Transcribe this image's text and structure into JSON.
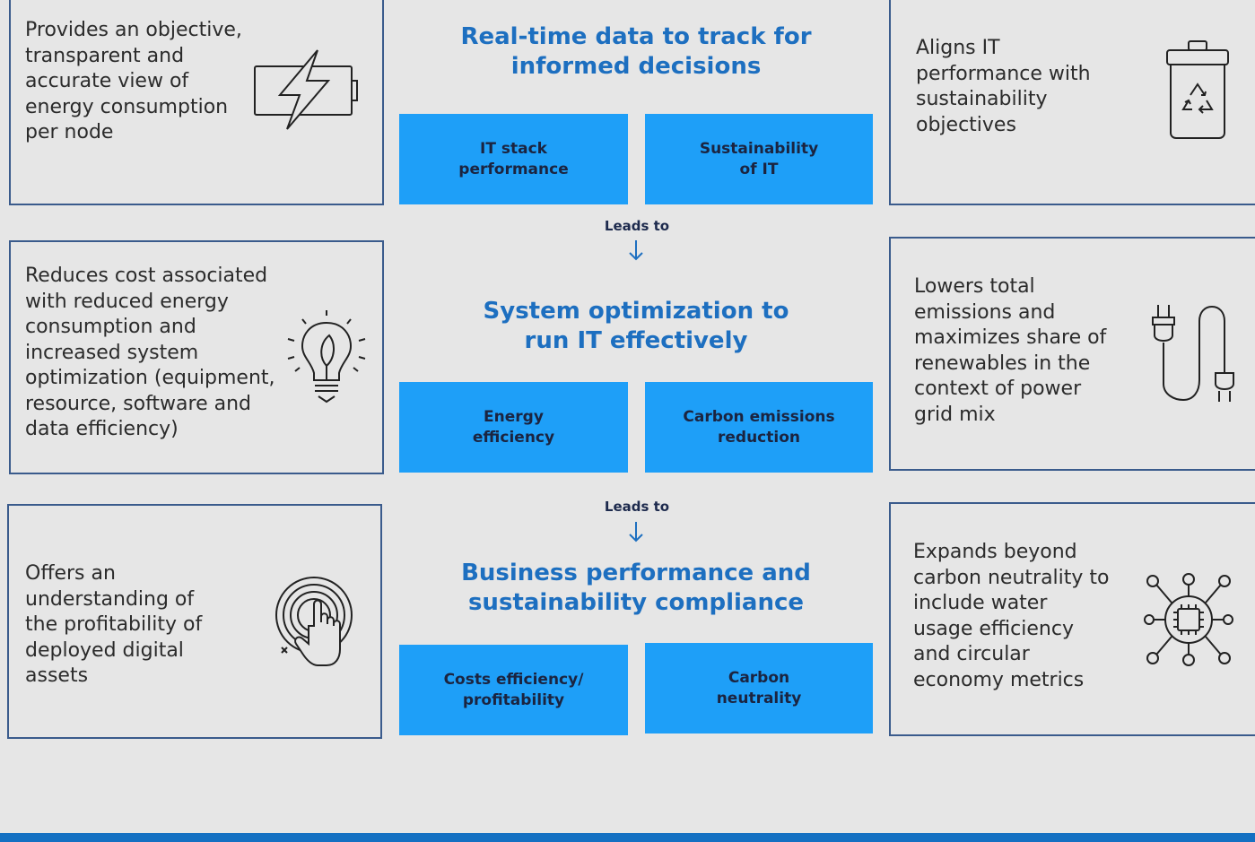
{
  "center": {
    "tier1": {
      "heading": "Real-time data to track for\ninformed decisions",
      "tiles": [
        "IT stack\nperformance",
        "Sustainability\nof IT"
      ]
    },
    "leads1": "Leads to",
    "tier2": {
      "heading": "System optimization to\nrun IT effectively",
      "tiles": [
        "Energy\nefficiency",
        "Carbon emissions\nreduction"
      ]
    },
    "leads2": "Leads to",
    "tier3": {
      "heading": "Business performance and\nsustainability compliance",
      "tiles": [
        "Costs efficiency/\nprofitability",
        "Carbon\nneutrality"
      ]
    }
  },
  "left_boxes": [
    {
      "text": "Provides an objective,\ntransparent and\naccurate view of\nenergy consumption\nper node",
      "icon": "battery-lightning-icon"
    },
    {
      "text": "Reduces cost associated\nwith reduced energy\nconsumption and\nincreased system\noptimization (equipment,\nresource, software and\ndata efficiency)",
      "icon": "lightbulb-leaf-icon"
    },
    {
      "text": "Offers an\nunderstanding of\nthe profitability of\ndeployed digital\nassets",
      "icon": "touch-hand-icon"
    }
  ],
  "right_boxes": [
    {
      "text": "Aligns IT\nperformance with\nsustainability\nobjectives",
      "icon": "recycle-bin-icon"
    },
    {
      "text": "Lowers total\nemissions and\nmaximizes share of\nrenewables in the\ncontext of power\ngrid mix",
      "icon": "power-plug-icon"
    },
    {
      "text": "Expands beyond\ncarbon neutrality to\ninclude water\nusage efficiency\nand circular\neconomy metrics",
      "icon": "chip-network-icon"
    }
  ],
  "colors": {
    "background": "#e6e6e6",
    "box_border": "#3a5b8c",
    "heading": "#1d6fc0",
    "tile": "#1e9ff8",
    "bottom_bar": "#1470c2"
  }
}
